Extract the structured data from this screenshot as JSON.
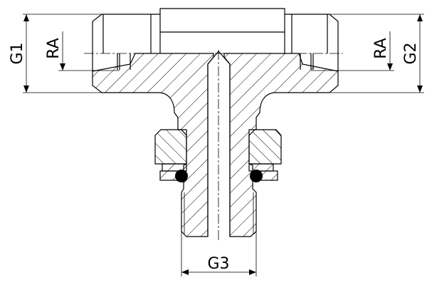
{
  "drawing": {
    "dimensions": {
      "g1": "G1",
      "ra_left": "RA",
      "ra_right": "RA",
      "g2": "G2",
      "g3": "G3"
    },
    "colors": {
      "line": "#000000",
      "background": "#ffffff",
      "o_ring": "#000000"
    }
  }
}
